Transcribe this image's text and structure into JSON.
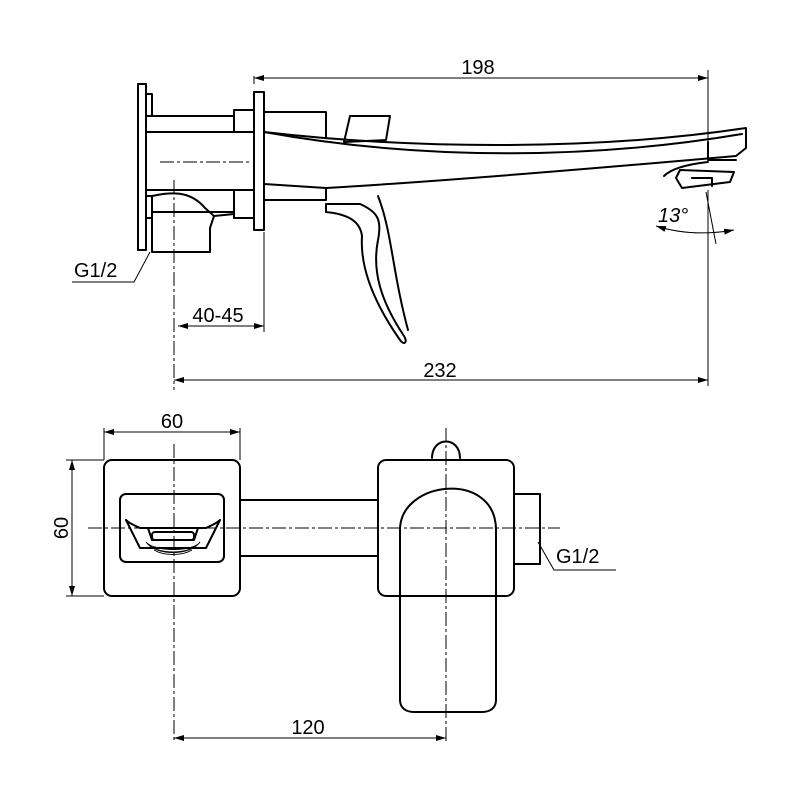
{
  "side_view": {
    "dim_spout_length": "198",
    "dim_total_length": "232",
    "dim_wall_range": "40-45",
    "dim_angle": "13°",
    "thread_label": "G1/2"
  },
  "top_view": {
    "dim_plate_width": "60",
    "dim_plate_height": "60",
    "dim_center_distance": "120",
    "thread_label": "G1/2"
  },
  "colors": {
    "line": "#000000",
    "background": "#ffffff"
  }
}
